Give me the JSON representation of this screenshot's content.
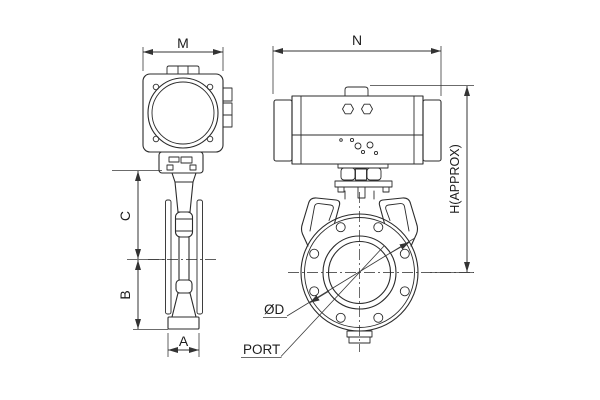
{
  "drawing": {
    "type": "engineering-dimension-diagram",
    "subject": "butterfly valve with pneumatic actuator, two orthographic views",
    "colors": {
      "line": "#2b2b2b",
      "background": "#ffffff"
    },
    "views": {
      "side_view": {
        "dimension_labels": [
          "M",
          "C",
          "B",
          "A"
        ]
      },
      "front_view": {
        "dimension_labels": [
          "N",
          "H(APPROX)"
        ],
        "callouts": [
          "ØD",
          "PORT"
        ]
      }
    },
    "labels": {
      "m": "M",
      "n": "N",
      "c": "C",
      "b": "B",
      "a": "A",
      "h_approx": "H(APPROX)",
      "diameter_d": "ØD",
      "port": "PORT"
    }
  }
}
